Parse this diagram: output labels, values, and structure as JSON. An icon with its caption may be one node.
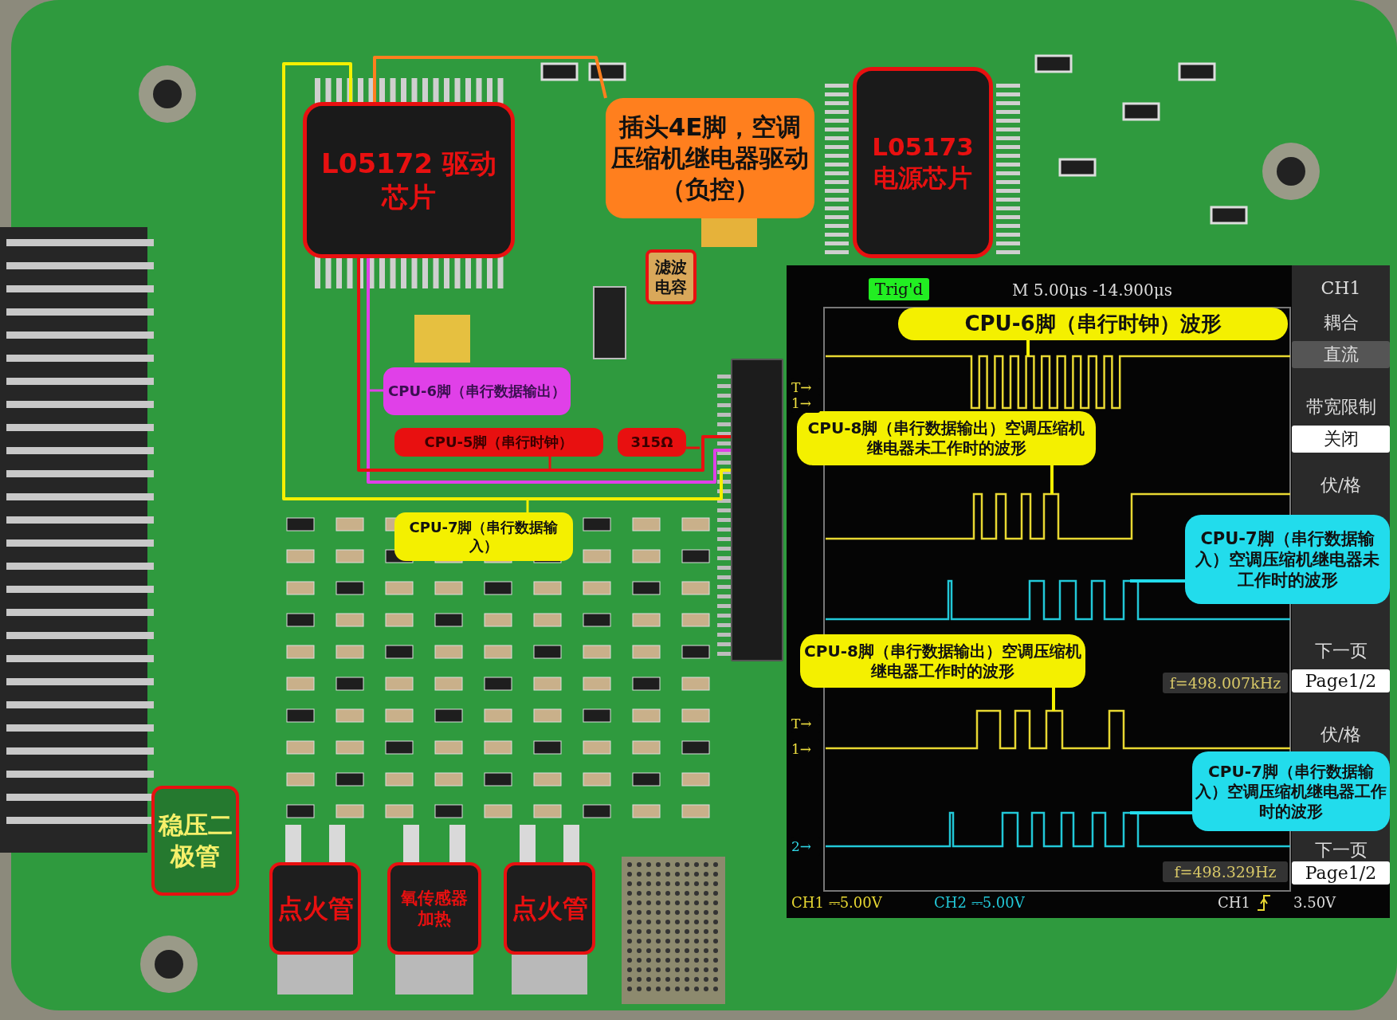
{
  "diagram": {
    "nodes": [
      {
        "text": [
          "L05172 驱动芯片"
        ]
      },
      {
        "text": [
          "插头4E脚，空调压缩机继电器驱动（负控）"
        ]
      },
      {
        "text": [
          "L05173 电源芯片"
        ]
      },
      {
        "text": [
          "滤波电容"
        ]
      },
      {
        "text": [
          "CPU-6脚（串行数据输出）"
        ]
      },
      {
        "text": [
          "CPU-5脚（串行时钟）"
        ]
      },
      {
        "text": [
          "315Ω"
        ]
      },
      {
        "text": [
          "CPU-7脚（串行数据输入）"
        ]
      },
      {
        "text": [],
        "shape": "box"
      },
      {
        "text": [
          "稳压二极管"
        ]
      },
      {
        "text": [
          "点火管"
        ]
      },
      {
        "text": [
          "氧传感器加热"
        ]
      },
      {
        "text": [
          "点火管"
        ]
      },
      {
        "text": [
          "CPU-6脚（串行时钟）波形"
        ]
      },
      {
        "text": [
          "CPU-8脚（串行数据输出）空调压缩机继电器未工作时的波形"
        ]
      },
      {
        "text": [
          "CPU-7脚（串行数据输入）空调压缩机继电器未工作时的波形"
        ]
      },
      {
        "text": [
          "CPU-8脚（串行数据输出）空调压缩机继电器工作时的波形"
        ]
      },
      {
        "text": [
          "CPU-7脚（串行数据输入）空调压缩机继电器工作时的波形"
        ]
      },
      {
        "text": [],
        "shape": "line"
      },
      {
        "text": [],
        "shape": "line"
      },
      {
        "text": [],
        "shape": "line"
      },
      {
        "text": [],
        "shape": "line"
      },
      {
        "text": [],
        "shape": "line"
      }
    ],
    "edges": [
      {
        "from": 1,
        "to": 0,
        "arrow": "none",
        "color": "#ff7f1e"
      },
      {
        "from": 0,
        "to": 8,
        "arrow": "none",
        "color": "#f4f000"
      },
      {
        "from": 0,
        "to": 8,
        "arrow": "none",
        "color": "#e040e8"
      },
      {
        "from": 0,
        "to": 8,
        "arrow": "none",
        "color": "#e81010"
      },
      {
        "from": 4,
        "to": null,
        "arrow": "none",
        "color": "#e040e8"
      },
      {
        "from": 5,
        "to": null,
        "arrow": "none",
        "color": "#e81010"
      },
      {
        "from": 6,
        "to": null,
        "arrow": "none",
        "color": "#e81010"
      },
      {
        "from": 7,
        "to": null,
        "arrow": "none",
        "color": "#f4f000"
      },
      {
        "from": 13,
        "to": 18,
        "arrow": "none",
        "color": "#f4f000"
      },
      {
        "from": 14,
        "to": 19,
        "arrow": "none",
        "color": "#f4f000"
      },
      {
        "from": 15,
        "to": 20,
        "arrow": "none",
        "color": "#22dcec"
      },
      {
        "from": 16,
        "to": 21,
        "arrow": "none",
        "color": "#f4f000"
      },
      {
        "from": 17,
        "to": 22,
        "arrow": "none",
        "color": "#22dcec"
      }
    ],
    "labels": [
      "Trig'd",
      "M 5.00μs -14.900μs",
      "CH1",
      "耦合",
      "直流",
      "带宽限制",
      "关闭",
      "伏/格",
      "T→",
      "1→",
      "下一页",
      "Page1/2",
      "f=498.007kHz",
      "伏/格",
      "T→",
      "1→",
      "2→",
      "下一页",
      "Page1/2",
      "f=498.329Hz",
      "CH1 ⎓5.00V",
      "CH2 ⎓5.00V",
      "CH1",
      "3.50V"
    ]
  }
}
